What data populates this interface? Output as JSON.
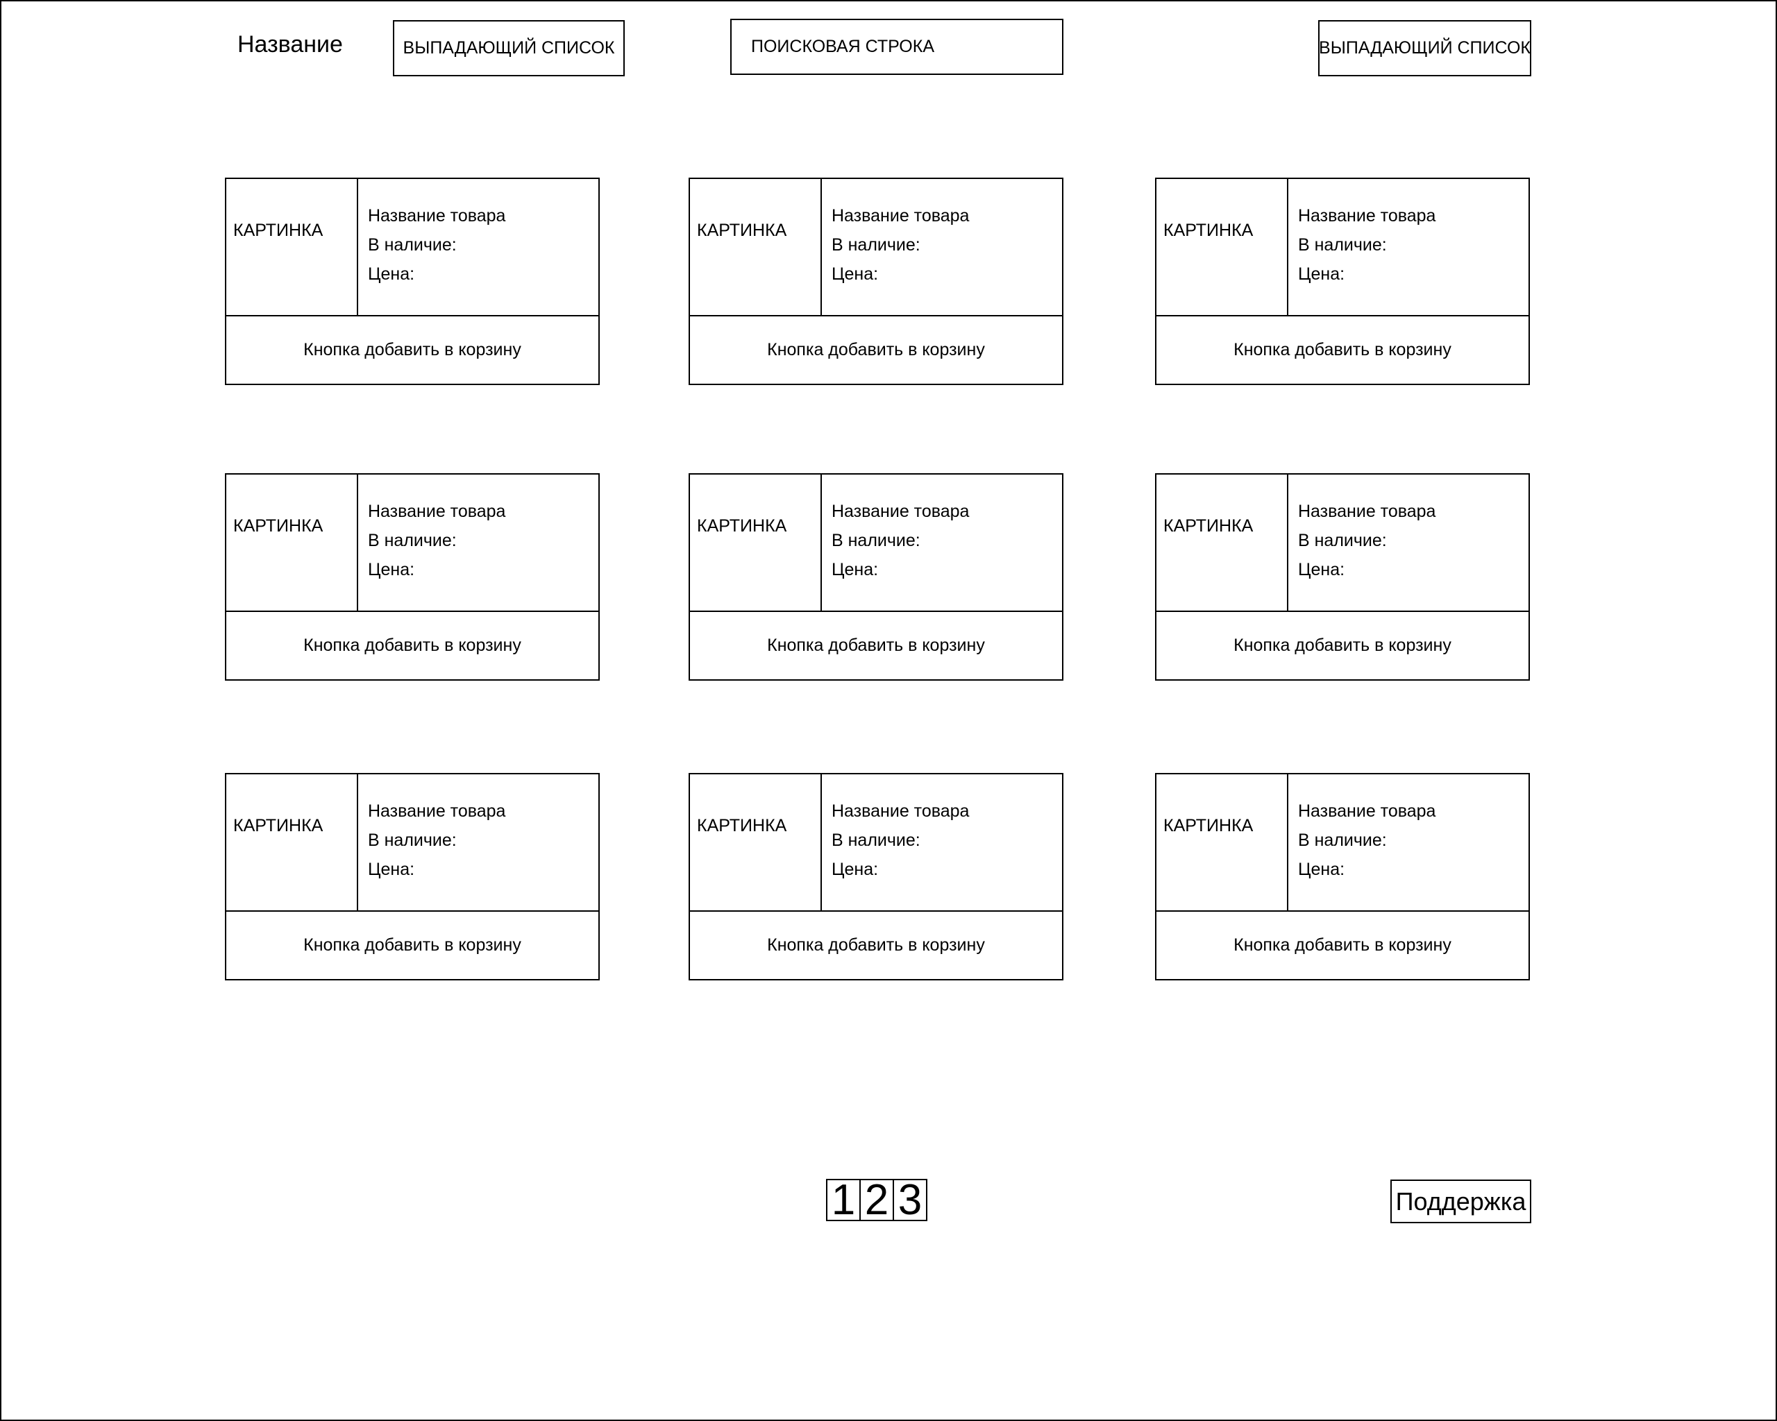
{
  "header": {
    "title": "Название",
    "dropdown_left": "ВЫПАДАЮЩИЙ СПИСОК",
    "search": "ПОИСКОВАЯ СТРОКА",
    "dropdown_right": "ВЫПАДАЮЩИЙ СПИСОК"
  },
  "products": [
    {
      "image": "КАРТИНКА",
      "name": "Название товара",
      "stock": "В наличие:",
      "price": "Цена:",
      "button": "Кнопка добавить в корзину"
    },
    {
      "image": "КАРТИНКА",
      "name": "Название товара",
      "stock": "В наличие:",
      "price": "Цена:",
      "button": "Кнопка добавить в корзину"
    },
    {
      "image": "КАРТИНКА",
      "name": "Название товара",
      "stock": "В наличие:",
      "price": "Цена:",
      "button": "Кнопка добавить в корзину"
    },
    {
      "image": "КАРТИНКА",
      "name": "Название товара",
      "stock": "В наличие:",
      "price": "Цена:",
      "button": "Кнопка добавить в корзину"
    },
    {
      "image": "КАРТИНКА",
      "name": "Название товара",
      "stock": "В наличие:",
      "price": "Цена:",
      "button": "Кнопка добавить в корзину"
    },
    {
      "image": "КАРТИНКА",
      "name": "Название товара",
      "stock": "В наличие:",
      "price": "Цена:",
      "button": "Кнопка добавить в корзину"
    },
    {
      "image": "КАРТИНКА",
      "name": "Название товара",
      "stock": "В наличие:",
      "price": "Цена:",
      "button": "Кнопка добавить в корзину"
    },
    {
      "image": "КАРТИНКА",
      "name": "Название товара",
      "stock": "В наличие:",
      "price": "Цена:",
      "button": "Кнопка добавить в корзину"
    },
    {
      "image": "КАРТИНКА",
      "name": "Название товара",
      "stock": "В наличие:",
      "price": "Цена:",
      "button": "Кнопка добавить в корзину"
    }
  ],
  "pagination": {
    "pages": [
      "1",
      "2",
      "3"
    ]
  },
  "footer": {
    "support": "Поддержка"
  }
}
